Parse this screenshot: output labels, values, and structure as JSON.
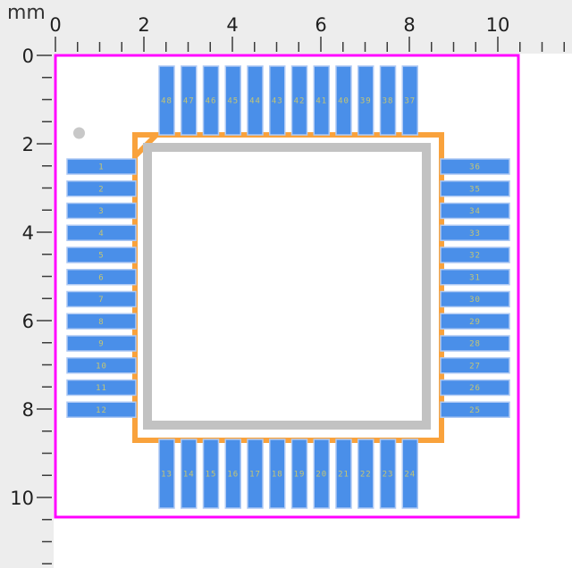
{
  "unit_label": "mm",
  "rulers": {
    "top_labels": [
      "0",
      "2",
      "4",
      "6",
      "8",
      "10"
    ],
    "left_labels": [
      "0",
      "2",
      "4",
      "6",
      "8",
      "10"
    ],
    "major_tick_step_mm": 2,
    "minor_tick_step_mm": 0.5
  },
  "footprint": {
    "pads": {
      "left_top_to_bottom": [
        "1",
        "2",
        "3",
        "4",
        "5",
        "6",
        "7",
        "8",
        "9",
        "10",
        "11",
        "12"
      ],
      "bottom_left_to_right": [
        "13",
        "14",
        "15",
        "16",
        "17",
        "18",
        "19",
        "20",
        "21",
        "22",
        "23",
        "24"
      ],
      "right_top_to_bottom": [
        "36",
        "35",
        "34",
        "33",
        "32",
        "31",
        "30",
        "29",
        "28",
        "27",
        "26",
        "25"
      ],
      "top_left_to_right": [
        "48",
        "47",
        "46",
        "45",
        "44",
        "43",
        "42",
        "41",
        "40",
        "39",
        "38",
        "37"
      ]
    },
    "pin1_markers": [
      "dot",
      "chamfer"
    ]
  },
  "colors": {
    "ruler_bg": "#ededed",
    "ruler_text": "#1f1f1f",
    "tick": "#3c3c3c",
    "canvas_bg": "#ffffff",
    "courtyard": "#ff00ff",
    "silkscreen": "#f9a23c",
    "body_outline": "#c2c2c2",
    "pad": "#4a8fe9",
    "pad_edge": "#aec9f4",
    "pad_text": "#c6c672",
    "pin1_dot": "#c8c8c8"
  }
}
